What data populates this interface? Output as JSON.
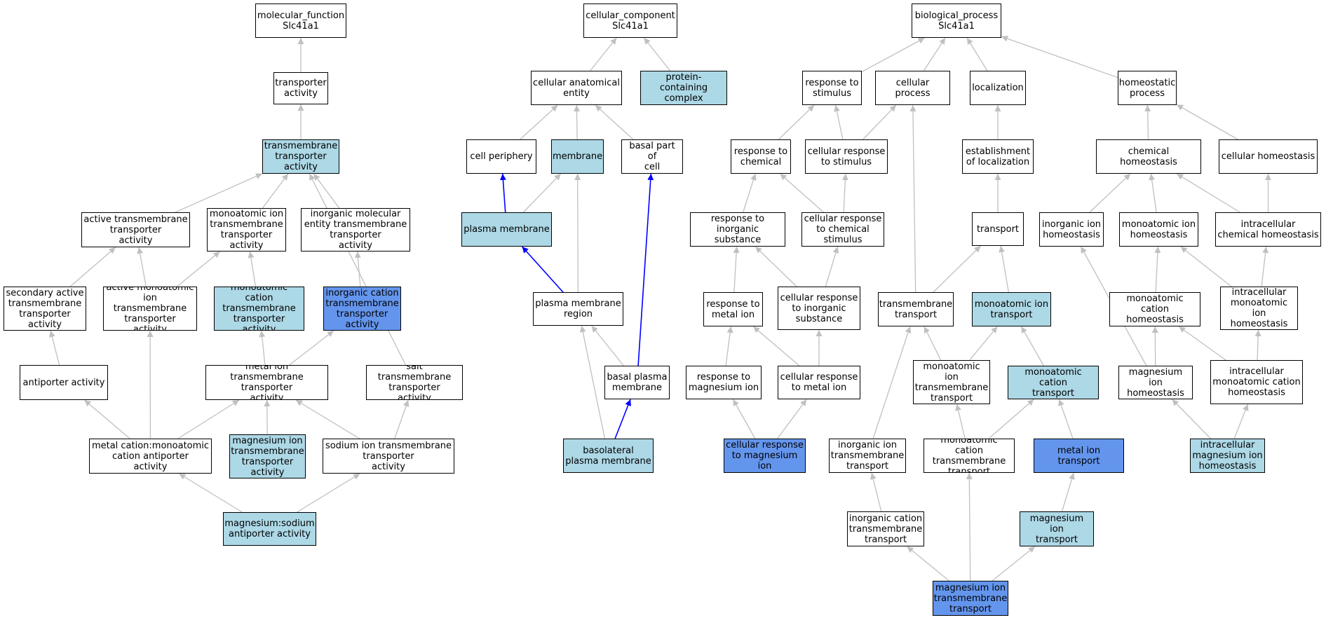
{
  "colors": {
    "white": "#ffffff",
    "light": "#add8e6",
    "dark": "#6495ed",
    "edge_gray": "#c0c0c0",
    "edge_blue": "#0000ff"
  },
  "nodes": {
    "mf_root": {
      "label": "molecular_function\nSlc41a1",
      "style": "white"
    },
    "transporter_activity": {
      "label": "transporter\nactivity",
      "style": "white"
    },
    "tm_transporter_activity": {
      "label": "transmembrane\ntransporter\nactivity",
      "style": "light"
    },
    "active_tm_transporter_activity": {
      "label": "active transmembrane\ntransporter\nactivity",
      "style": "white"
    },
    "monoatomic_ion_tm_transporter_activity": {
      "label": "monoatomic ion\ntransmembrane\ntransporter\nactivity",
      "style": "white"
    },
    "inorganic_molecular_entity_tm_transporter_activity": {
      "label": "inorganic molecular\nentity transmembrane\ntransporter\nactivity",
      "style": "white"
    },
    "secondary_active_tm_transporter_activity": {
      "label": "secondary active\ntransmembrane\ntransporter\nactivity",
      "style": "white"
    },
    "active_monoatomic_ion_tm_transporter_activity": {
      "label": "active monoatomic\nion transmembrane\ntransporter\nactivity",
      "style": "white"
    },
    "monoatomic_cation_tm_transporter_activity": {
      "label": "monoatomic cation\ntransmembrane\ntransporter\nactivity",
      "style": "light"
    },
    "inorganic_cation_tm_transporter_activity": {
      "label": "inorganic cation\ntransmembrane\ntransporter\nactivity",
      "style": "dark"
    },
    "antiporter_activity": {
      "label": "antiporter activity",
      "style": "white"
    },
    "metal_ion_tm_transporter_activity": {
      "label": "metal ion transmembrane\ntransporter\nactivity",
      "style": "white"
    },
    "salt_tm_transporter_activity": {
      "label": "salt transmembrane\ntransporter\nactivity",
      "style": "white"
    },
    "metal_cation_antiporter_activity": {
      "label": "metal cation:monoatomic\ncation antiporter\nactivity",
      "style": "white"
    },
    "magnesium_ion_tm_transporter_activity": {
      "label": "magnesium ion\ntransmembrane\ntransporter\nactivity",
      "style": "light"
    },
    "sodium_ion_tm_transporter_activity": {
      "label": "sodium ion transmembrane\ntransporter\nactivity",
      "style": "white"
    },
    "magnesium_sodium_antiporter_activity": {
      "label": "magnesium:sodium\nantiporter activity",
      "style": "light"
    },
    "cc_root": {
      "label": "cellular_component\nSlc41a1",
      "style": "white"
    },
    "cellular_anatomical_entity": {
      "label": "cellular anatomical\nentity",
      "style": "white"
    },
    "protein_containing_complex": {
      "label": "protein-containing\ncomplex",
      "style": "light"
    },
    "cell_periphery": {
      "label": "cell periphery",
      "style": "white"
    },
    "membrane": {
      "label": "membrane",
      "style": "light"
    },
    "basal_part_of_cell": {
      "label": "basal part of\ncell",
      "style": "white"
    },
    "plasma_membrane": {
      "label": "plasma membrane",
      "style": "light"
    },
    "plasma_membrane_region": {
      "label": "plasma membrane\nregion",
      "style": "white"
    },
    "basal_plasma_membrane": {
      "label": "basal plasma\nmembrane",
      "style": "white"
    },
    "basolateral_plasma_membrane": {
      "label": "basolateral\nplasma membrane",
      "style": "light"
    },
    "bp_root": {
      "label": "biological_process\nSlc41a1",
      "style": "white"
    },
    "response_to_stimulus": {
      "label": "response to\nstimulus",
      "style": "white"
    },
    "cellular_process": {
      "label": "cellular process",
      "style": "white"
    },
    "localization": {
      "label": "localization",
      "style": "white"
    },
    "homeostatic_process": {
      "label": "homeostatic\nprocess",
      "style": "white"
    },
    "response_to_chemical": {
      "label": "response to\nchemical",
      "style": "white"
    },
    "cellular_response_to_stimulus": {
      "label": "cellular response\nto stimulus",
      "style": "white"
    },
    "establishment_of_localization": {
      "label": "establishment\nof localization",
      "style": "white"
    },
    "chemical_homeostasis": {
      "label": "chemical homeostasis",
      "style": "white"
    },
    "cellular_homeostasis": {
      "label": "cellular homeostasis",
      "style": "white"
    },
    "response_to_inorganic_substance": {
      "label": "response to\ninorganic substance",
      "style": "white"
    },
    "cellular_response_to_chemical_stimulus": {
      "label": "cellular response\nto chemical\nstimulus",
      "style": "white"
    },
    "transport": {
      "label": "transport",
      "style": "white"
    },
    "inorganic_ion_homeostasis": {
      "label": "inorganic ion\nhomeostasis",
      "style": "white"
    },
    "monoatomic_ion_homeostasis": {
      "label": "monoatomic ion\nhomeostasis",
      "style": "white"
    },
    "intracellular_chemical_homeostasis": {
      "label": "intracellular\nchemical homeostasis",
      "style": "white"
    },
    "response_to_metal_ion": {
      "label": "response to\nmetal ion",
      "style": "white"
    },
    "cellular_response_to_inorganic_substance": {
      "label": "cellular response\nto inorganic\nsubstance",
      "style": "white"
    },
    "transmembrane_transport": {
      "label": "transmembrane\ntransport",
      "style": "white"
    },
    "monoatomic_ion_transport": {
      "label": "monoatomic ion\ntransport",
      "style": "light"
    },
    "monoatomic_cation_homeostasis": {
      "label": "monoatomic cation\nhomeostasis",
      "style": "white"
    },
    "intracellular_monoatomic_ion_homeostasis": {
      "label": "intracellular\nmonoatomic ion\nhomeostasis",
      "style": "white"
    },
    "response_to_magnesium_ion": {
      "label": "response to\nmagnesium ion",
      "style": "white"
    },
    "cellular_response_to_metal_ion": {
      "label": "cellular response\nto metal ion",
      "style": "white"
    },
    "monoatomic_ion_tm_transport": {
      "label": "monoatomic ion\ntransmembrane\ntransport",
      "style": "white"
    },
    "monoatomic_cation_transport": {
      "label": "monoatomic cation\ntransport",
      "style": "light"
    },
    "magnesium_ion_homeostasis": {
      "label": "magnesium ion\nhomeostasis",
      "style": "white"
    },
    "intracellular_monoatomic_cation_homeostasis": {
      "label": "intracellular\nmonoatomic cation\nhomeostasis",
      "style": "white"
    },
    "cellular_response_to_magnesium_ion": {
      "label": "cellular response\nto magnesium\nion",
      "style": "dark"
    },
    "inorganic_ion_tm_transport": {
      "label": "inorganic ion\ntransmembrane\ntransport",
      "style": "white"
    },
    "monoatomic_cation_tm_transport": {
      "label": "monoatomic cation\ntransmembrane\ntransport",
      "style": "white"
    },
    "metal_ion_transport": {
      "label": "metal ion transport",
      "style": "dark"
    },
    "intracellular_magnesium_ion_homeostasis": {
      "label": "intracellular\nmagnesium ion\nhomeostasis",
      "style": "light"
    },
    "inorganic_cation_tm_transport": {
      "label": "inorganic cation\ntransmembrane\ntransport",
      "style": "white"
    },
    "magnesium_ion_transport": {
      "label": "magnesium ion\ntransport",
      "style": "light"
    },
    "magnesium_ion_tm_transport": {
      "label": "magnesium ion\ntransmembrane\ntransport",
      "style": "dark"
    }
  },
  "edges": [
    {
      "from": "transporter_activity",
      "to": "mf_root",
      "color": "gray"
    },
    {
      "from": "tm_transporter_activity",
      "to": "transporter_activity",
      "color": "gray"
    },
    {
      "from": "active_tm_transporter_activity",
      "to": "tm_transporter_activity",
      "color": "gray"
    },
    {
      "from": "monoatomic_ion_tm_transporter_activity",
      "to": "tm_transporter_activity",
      "color": "gray"
    },
    {
      "from": "inorganic_molecular_entity_tm_transporter_activity",
      "to": "tm_transporter_activity",
      "color": "gray"
    },
    {
      "from": "salt_tm_transporter_activity",
      "to": "tm_transporter_activity",
      "color": "gray"
    },
    {
      "from": "secondary_active_tm_transporter_activity",
      "to": "active_tm_transporter_activity",
      "color": "gray"
    },
    {
      "from": "active_monoatomic_ion_tm_transporter_activity",
      "to": "active_tm_transporter_activity",
      "color": "gray"
    },
    {
      "from": "active_monoatomic_ion_tm_transporter_activity",
      "to": "monoatomic_ion_tm_transporter_activity",
      "color": "gray"
    },
    {
      "from": "monoatomic_cation_tm_transporter_activity",
      "to": "monoatomic_ion_tm_transporter_activity",
      "color": "gray"
    },
    {
      "from": "inorganic_cation_tm_transporter_activity",
      "to": "inorganic_molecular_entity_tm_transporter_activity",
      "color": "gray"
    },
    {
      "from": "antiporter_activity",
      "to": "secondary_active_tm_transporter_activity",
      "color": "gray"
    },
    {
      "from": "metal_ion_tm_transporter_activity",
      "to": "monoatomic_cation_tm_transporter_activity",
      "color": "gray"
    },
    {
      "from": "metal_ion_tm_transporter_activity",
      "to": "inorganic_cation_tm_transporter_activity",
      "color": "gray"
    },
    {
      "from": "metal_cation_antiporter_activity",
      "to": "antiporter_activity",
      "color": "gray"
    },
    {
      "from": "metal_cation_antiporter_activity",
      "to": "active_monoatomic_ion_tm_transporter_activity",
      "color": "gray"
    },
    {
      "from": "metal_cation_antiporter_activity",
      "to": "metal_ion_tm_transporter_activity",
      "color": "gray"
    },
    {
      "from": "magnesium_ion_tm_transporter_activity",
      "to": "metal_ion_tm_transporter_activity",
      "color": "gray"
    },
    {
      "from": "sodium_ion_tm_transporter_activity",
      "to": "metal_ion_tm_transporter_activity",
      "color": "gray"
    },
    {
      "from": "sodium_ion_tm_transporter_activity",
      "to": "salt_tm_transporter_activity",
      "color": "gray"
    },
    {
      "from": "magnesium_sodium_antiporter_activity",
      "to": "metal_cation_antiporter_activity",
      "color": "gray"
    },
    {
      "from": "magnesium_sodium_antiporter_activity",
      "to": "sodium_ion_tm_transporter_activity",
      "color": "gray"
    },
    {
      "from": "cellular_anatomical_entity",
      "to": "cc_root",
      "color": "gray"
    },
    {
      "from": "protein_containing_complex",
      "to": "cc_root",
      "color": "gray"
    },
    {
      "from": "cell_periphery",
      "to": "cellular_anatomical_entity",
      "color": "gray"
    },
    {
      "from": "membrane",
      "to": "cellular_anatomical_entity",
      "color": "gray"
    },
    {
      "from": "basal_part_of_cell",
      "to": "cellular_anatomical_entity",
      "color": "gray"
    },
    {
      "from": "plasma_membrane",
      "to": "cell_periphery",
      "color": "blue"
    },
    {
      "from": "plasma_membrane",
      "to": "membrane",
      "color": "gray"
    },
    {
      "from": "plasma_membrane_region",
      "to": "plasma_membrane",
      "color": "blue"
    },
    {
      "from": "plasma_membrane_region",
      "to": "membrane",
      "color": "gray"
    },
    {
      "from": "basal_plasma_membrane",
      "to": "plasma_membrane_region",
      "color": "gray"
    },
    {
      "from": "basal_plasma_membrane",
      "to": "basal_part_of_cell",
      "color": "blue"
    },
    {
      "from": "basolateral_plasma_membrane",
      "to": "plasma_membrane_region",
      "color": "gray"
    },
    {
      "from": "basolateral_plasma_membrane",
      "to": "basal_plasma_membrane",
      "color": "blue"
    },
    {
      "from": "response_to_stimulus",
      "to": "bp_root",
      "color": "gray"
    },
    {
      "from": "cellular_process",
      "to": "bp_root",
      "color": "gray"
    },
    {
      "from": "localization",
      "to": "bp_root",
      "color": "gray"
    },
    {
      "from": "homeostatic_process",
      "to": "bp_root",
      "color": "gray"
    },
    {
      "from": "response_to_chemical",
      "to": "response_to_stimulus",
      "color": "gray"
    },
    {
      "from": "cellular_response_to_stimulus",
      "to": "response_to_stimulus",
      "color": "gray"
    },
    {
      "from": "cellular_response_to_stimulus",
      "to": "cellular_process",
      "color": "gray"
    },
    {
      "from": "establishment_of_localization",
      "to": "localization",
      "color": "gray"
    },
    {
      "from": "chemical_homeostasis",
      "to": "homeostatic_process",
      "color": "gray"
    },
    {
      "from": "cellular_homeostasis",
      "to": "homeostatic_process",
      "color": "gray"
    },
    {
      "from": "response_to_inorganic_substance",
      "to": "response_to_chemical",
      "color": "gray"
    },
    {
      "from": "cellular_response_to_chemical_stimulus",
      "to": "response_to_chemical",
      "color": "gray"
    },
    {
      "from": "cellular_response_to_chemical_stimulus",
      "to": "cellular_response_to_stimulus",
      "color": "gray"
    },
    {
      "from": "transport",
      "to": "establishment_of_localization",
      "color": "gray"
    },
    {
      "from": "inorganic_ion_homeostasis",
      "to": "chemical_homeostasis",
      "color": "gray"
    },
    {
      "from": "monoatomic_ion_homeostasis",
      "to": "chemical_homeostasis",
      "color": "gray"
    },
    {
      "from": "intracellular_chemical_homeostasis",
      "to": "chemical_homeostasis",
      "color": "gray"
    },
    {
      "from": "intracellular_chemical_homeostasis",
      "to": "cellular_homeostasis",
      "color": "gray"
    },
    {
      "from": "response_to_metal_ion",
      "to": "response_to_inorganic_substance",
      "color": "gray"
    },
    {
      "from": "cellular_response_to_inorganic_substance",
      "to": "response_to_inorganic_substance",
      "color": "gray"
    },
    {
      "from": "cellular_response_to_inorganic_substance",
      "to": "cellular_response_to_chemical_stimulus",
      "color": "gray"
    },
    {
      "from": "transmembrane_transport",
      "to": "cellular_process",
      "color": "gray"
    },
    {
      "from": "transmembrane_transport",
      "to": "transport",
      "color": "gray"
    },
    {
      "from": "monoatomic_ion_transport",
      "to": "transport",
      "color": "gray"
    },
    {
      "from": "monoatomic_cation_homeostasis",
      "to": "monoatomic_ion_homeostasis",
      "color": "gray"
    },
    {
      "from": "intracellular_monoatomic_ion_homeostasis",
      "to": "monoatomic_ion_homeostasis",
      "color": "gray"
    },
    {
      "from": "intracellular_monoatomic_ion_homeostasis",
      "to": "intracellular_chemical_homeostasis",
      "color": "gray"
    },
    {
      "from": "response_to_magnesium_ion",
      "to": "response_to_metal_ion",
      "color": "gray"
    },
    {
      "from": "cellular_response_to_metal_ion",
      "to": "response_to_metal_ion",
      "color": "gray"
    },
    {
      "from": "cellular_response_to_metal_ion",
      "to": "cellular_response_to_inorganic_substance",
      "color": "gray"
    },
    {
      "from": "monoatomic_ion_tm_transport",
      "to": "transmembrane_transport",
      "color": "gray"
    },
    {
      "from": "monoatomic_ion_tm_transport",
      "to": "monoatomic_ion_transport",
      "color": "gray"
    },
    {
      "from": "monoatomic_cation_transport",
      "to": "monoatomic_ion_transport",
      "color": "gray"
    },
    {
      "from": "magnesium_ion_homeostasis",
      "to": "inorganic_ion_homeostasis",
      "color": "gray"
    },
    {
      "from": "magnesium_ion_homeostasis",
      "to": "monoatomic_cation_homeostasis",
      "color": "gray"
    },
    {
      "from": "intracellular_monoatomic_cation_homeostasis",
      "to": "monoatomic_cation_homeostasis",
      "color": "gray"
    },
    {
      "from": "intracellular_monoatomic_cation_homeostasis",
      "to": "intracellular_monoatomic_ion_homeostasis",
      "color": "gray"
    },
    {
      "from": "cellular_response_to_magnesium_ion",
      "to": "response_to_magnesium_ion",
      "color": "gray"
    },
    {
      "from": "cellular_response_to_magnesium_ion",
      "to": "cellular_response_to_metal_ion",
      "color": "gray"
    },
    {
      "from": "inorganic_ion_tm_transport",
      "to": "transmembrane_transport",
      "color": "gray"
    },
    {
      "from": "monoatomic_cation_tm_transport",
      "to": "monoatomic_ion_tm_transport",
      "color": "gray"
    },
    {
      "from": "monoatomic_cation_tm_transport",
      "to": "monoatomic_cation_transport",
      "color": "gray"
    },
    {
      "from": "metal_ion_transport",
      "to": "monoatomic_cation_transport",
      "color": "gray"
    },
    {
      "from": "intracellular_magnesium_ion_homeostasis",
      "to": "magnesium_ion_homeostasis",
      "color": "gray"
    },
    {
      "from": "intracellular_magnesium_ion_homeostasis",
      "to": "intracellular_monoatomic_cation_homeostasis",
      "color": "gray"
    },
    {
      "from": "inorganic_cation_tm_transport",
      "to": "inorganic_ion_tm_transport",
      "color": "gray"
    },
    {
      "from": "magnesium_ion_transport",
      "to": "metal_ion_transport",
      "color": "gray"
    },
    {
      "from": "magnesium_ion_tm_transport",
      "to": "inorganic_cation_tm_transport",
      "color": "gray"
    },
    {
      "from": "magnesium_ion_tm_transport",
      "to": "monoatomic_cation_tm_transport",
      "color": "gray"
    },
    {
      "from": "magnesium_ion_tm_transport",
      "to": "magnesium_ion_transport",
      "color": "gray"
    }
  ]
}
